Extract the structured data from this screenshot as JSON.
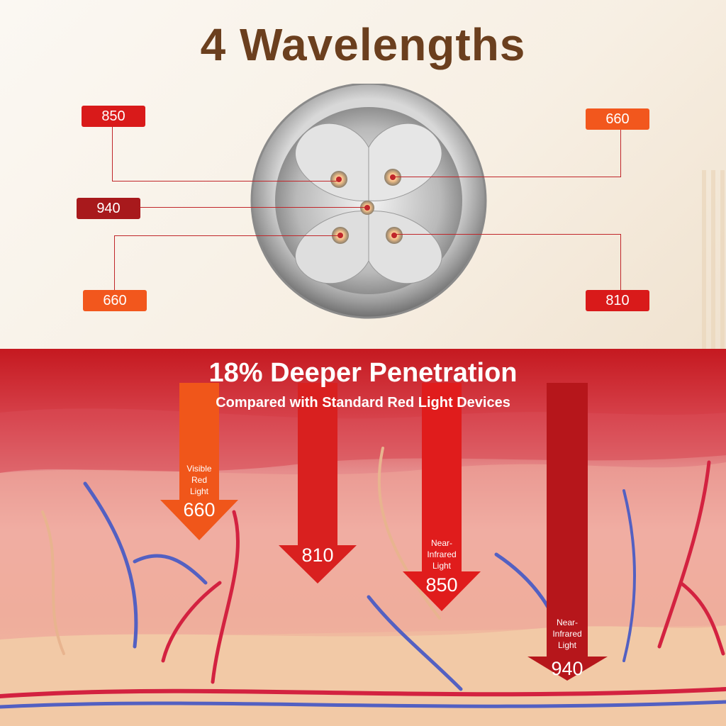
{
  "title": "4 Wavelengths",
  "device_tags": {
    "top_left": "850",
    "mid_left": "940",
    "bottom_left": "660",
    "top_right": "660",
    "bottom_right": "810"
  },
  "penetration": {
    "headline": "18% Deeper Penetration",
    "subline": "Compared with Standard Red Light Devices"
  },
  "arrows": [
    {
      "label_lines": [
        "Visible",
        "Red",
        "Light"
      ],
      "value": "660",
      "color": "#f0561a"
    },
    {
      "label_lines": [],
      "value": "810",
      "color": "#d9201f"
    },
    {
      "label_lines": [
        "Near-",
        "Infrared",
        "Light"
      ],
      "value": "850",
      "color": "#e01c1c"
    },
    {
      "label_lines": [
        "Near-",
        "Infrared",
        "Light"
      ],
      "value": "940",
      "color": "#b6161b"
    }
  ],
  "colors": {
    "title": "#6b3f1e",
    "tag_red": "#d91a1a",
    "tag_orange": "#f2571d",
    "tag_dark_red": "#a8191c",
    "banner_red": "#c51920"
  }
}
